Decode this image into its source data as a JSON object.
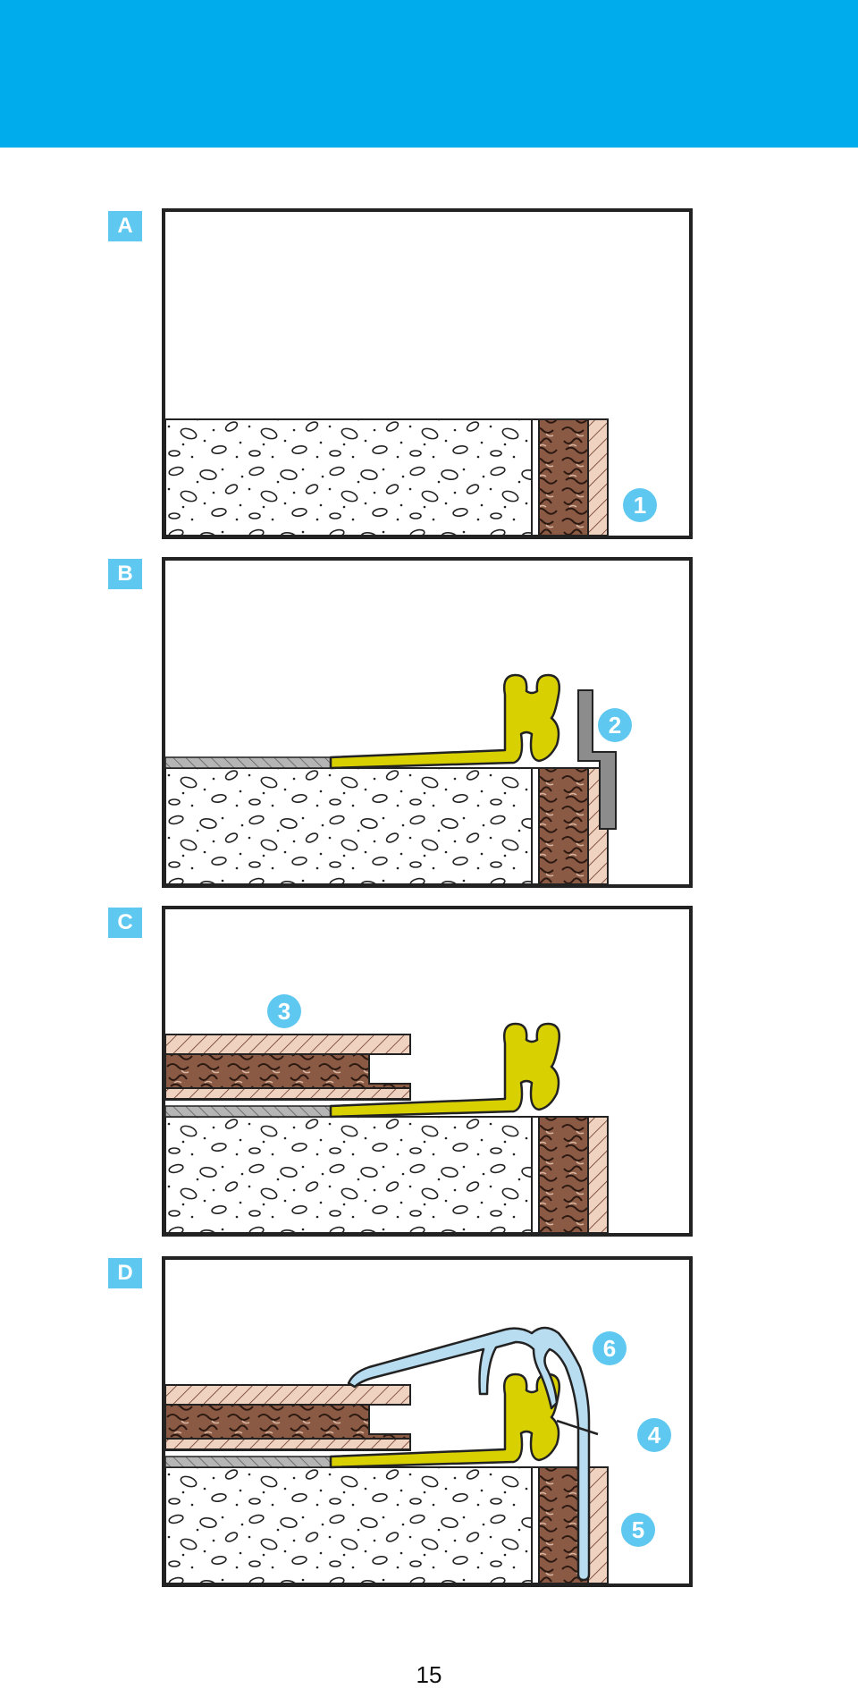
{
  "header": {
    "color": "#00acec"
  },
  "panels": [
    {
      "tag": "A",
      "callouts": [
        "1"
      ]
    },
    {
      "tag": "B",
      "callouts": [
        "2"
      ]
    },
    {
      "tag": "C",
      "callouts": [
        "3"
      ]
    },
    {
      "tag": "D",
      "callouts": [
        "6",
        "4",
        "5"
      ]
    }
  ],
  "colors": {
    "accent": "#5fc8f0",
    "profile_yellow": "#d8d000",
    "cover_blue": "#b8dcf0",
    "cork_brown": "#8a5a45",
    "wood_pink": "#f0d2c0",
    "metal_grey": "#8c8c8c"
  },
  "footer": {
    "page_number": "15"
  }
}
